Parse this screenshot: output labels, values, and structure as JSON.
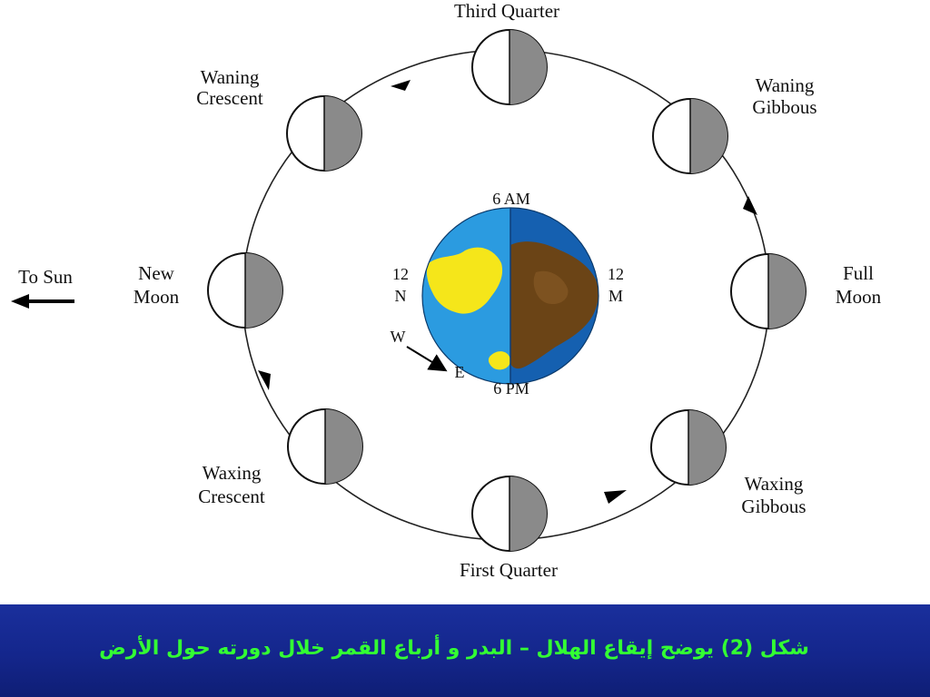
{
  "diagram": {
    "phases": {
      "third_quarter": "Third Quarter",
      "waning_crescent": [
        "Waning",
        "Crescent"
      ],
      "waning_gibbous": [
        "Waning",
        "Gibbous"
      ],
      "new_moon": [
        "New",
        "Moon"
      ],
      "full_moon": [
        "Full",
        "Moon"
      ],
      "waxing_crescent": [
        "Waxing",
        "Crescent"
      ],
      "waxing_gibbous": [
        "Waxing",
        "Gibbous"
      ],
      "first_quarter": "First Quarter"
    },
    "to_sun": "To Sun",
    "earth_labels": {
      "top": "6 AM",
      "bottom": "6 PM",
      "left": [
        "12",
        "N"
      ],
      "right": [
        "12",
        "M"
      ],
      "west": "W",
      "east": "E"
    },
    "colors": {
      "moon_dark": "#8a8a8a",
      "moon_light": "#ffffff",
      "earth_day": "#2b9be0",
      "earth_night": "#1560b0",
      "land_day": "#f5e61a",
      "land_night": "#6b4416"
    }
  },
  "caption": "شكل (2)  يوضح  إيقاع الهلال – البدر و أرباع القمر خلال دورته حول الأرض"
}
